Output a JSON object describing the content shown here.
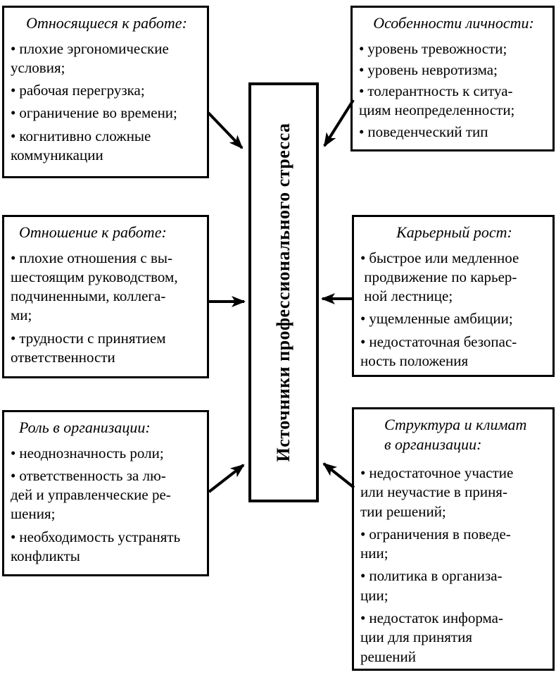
{
  "diagram": {
    "center_label": "Источники профессионального стресса",
    "bullet_char": "•"
  },
  "boxes": {
    "work_related": {
      "title": "Относящиеся к работе:",
      "items": [
        "плохие эргономические\nусловия;",
        "рабочая перегрузка;",
        "ограничение во времени;",
        "когнитивно сложные\nкоммуникации"
      ]
    },
    "attitude_to_work": {
      "title": "Отношение к работе:",
      "items": [
        "плохие отношения с вы-\nшестоящим руководством,\nподчиненными, коллега-\nми;",
        "трудности с принятием\nответственности"
      ]
    },
    "role_in_organization": {
      "title": "Роль в организации:",
      "items": [
        "неоднозначность роли;",
        "ответственность за лю-\nдей и управленческие ре-\nшения;",
        "необходимость устранять\nконфликты"
      ]
    },
    "personality": {
      "title": "Особенности личности:",
      "items": [
        "уровень тревожности;",
        "уровень невротизма;",
        "толерантность к ситуа-\nциям неопределенности;",
        "поведенческий тип"
      ]
    },
    "career_growth": {
      "title": "Карьерный рост:",
      "items": [
        "быстрое или медленное\n продвижение по карьер-\n ной лестнице;",
        "ущемленные амбиции;",
        "недостаточная безопас-\nность положения"
      ]
    },
    "structure_climate": {
      "title": "Структура и климат\nв организации:",
      "items": [
        "недостаточное участие\nили неучастие в приня-\nтии решений;",
        "ограничения в поведе-\nнии;",
        "политика в организа-\nции;",
        "недостаток информа-\nции для принятия\nрешений"
      ]
    }
  }
}
